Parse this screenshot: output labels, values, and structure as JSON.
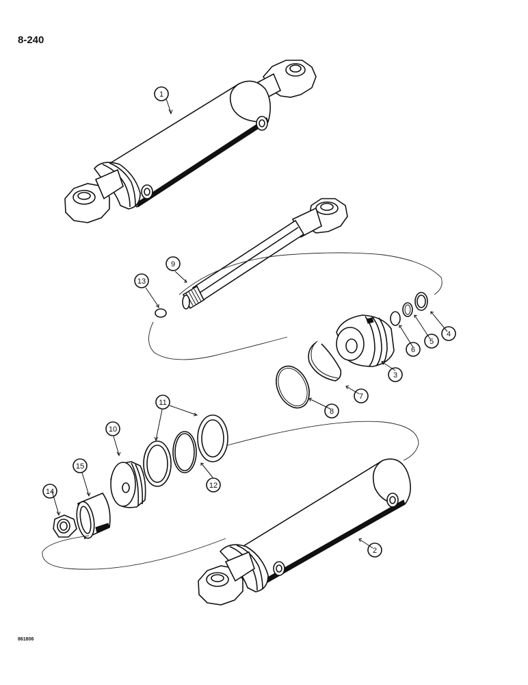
{
  "page": {
    "number": "8-240",
    "illustration_code": "861806"
  },
  "callouts": [
    "1",
    "2",
    "3",
    "4",
    "5",
    "6",
    "7",
    "8",
    "9",
    "10",
    "11",
    "12",
    "13",
    "14",
    "15"
  ]
}
